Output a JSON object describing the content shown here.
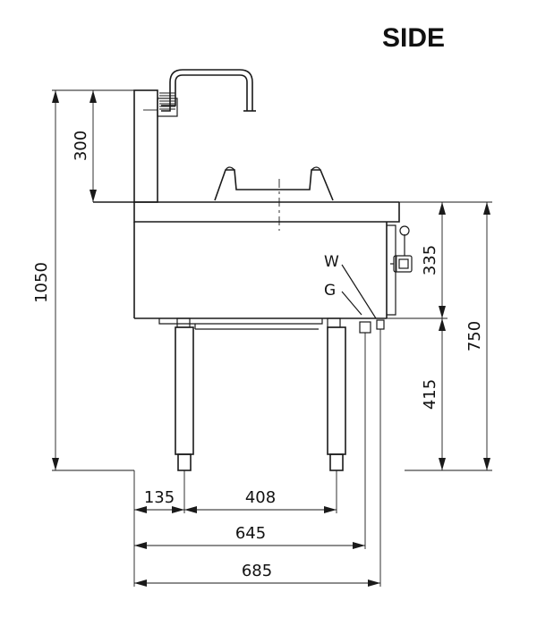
{
  "title": "SIDE",
  "labels": {
    "water": "W",
    "gas": "G"
  },
  "dimensions": {
    "total_height": "1050",
    "upstand": "300",
    "body_height": "335",
    "leg_height": "415",
    "work_height": "750",
    "leg_offset": "135",
    "leg_spacing": "408",
    "body_depth": "645",
    "overall_depth": "685"
  }
}
